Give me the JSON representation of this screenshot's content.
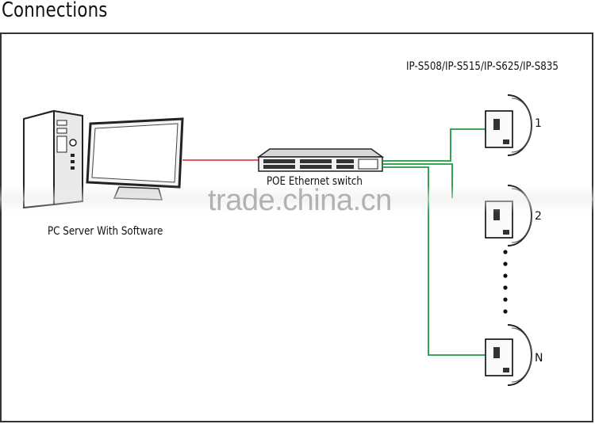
{
  "title": "Connections",
  "labels": {
    "models": "IP-S508/IP-S515/IP-S625/IP-S835",
    "switch": "POE Ethernet switch",
    "pc": "PC Server With Software"
  },
  "speakers": [
    {
      "index": "1"
    },
    {
      "index": "2"
    },
    {
      "index": "N"
    }
  ],
  "watermark": "trade.china.cn",
  "colors": {
    "pc_link": "#d8262b",
    "poe_link": "#1f9a3e",
    "frame": "#333333"
  }
}
